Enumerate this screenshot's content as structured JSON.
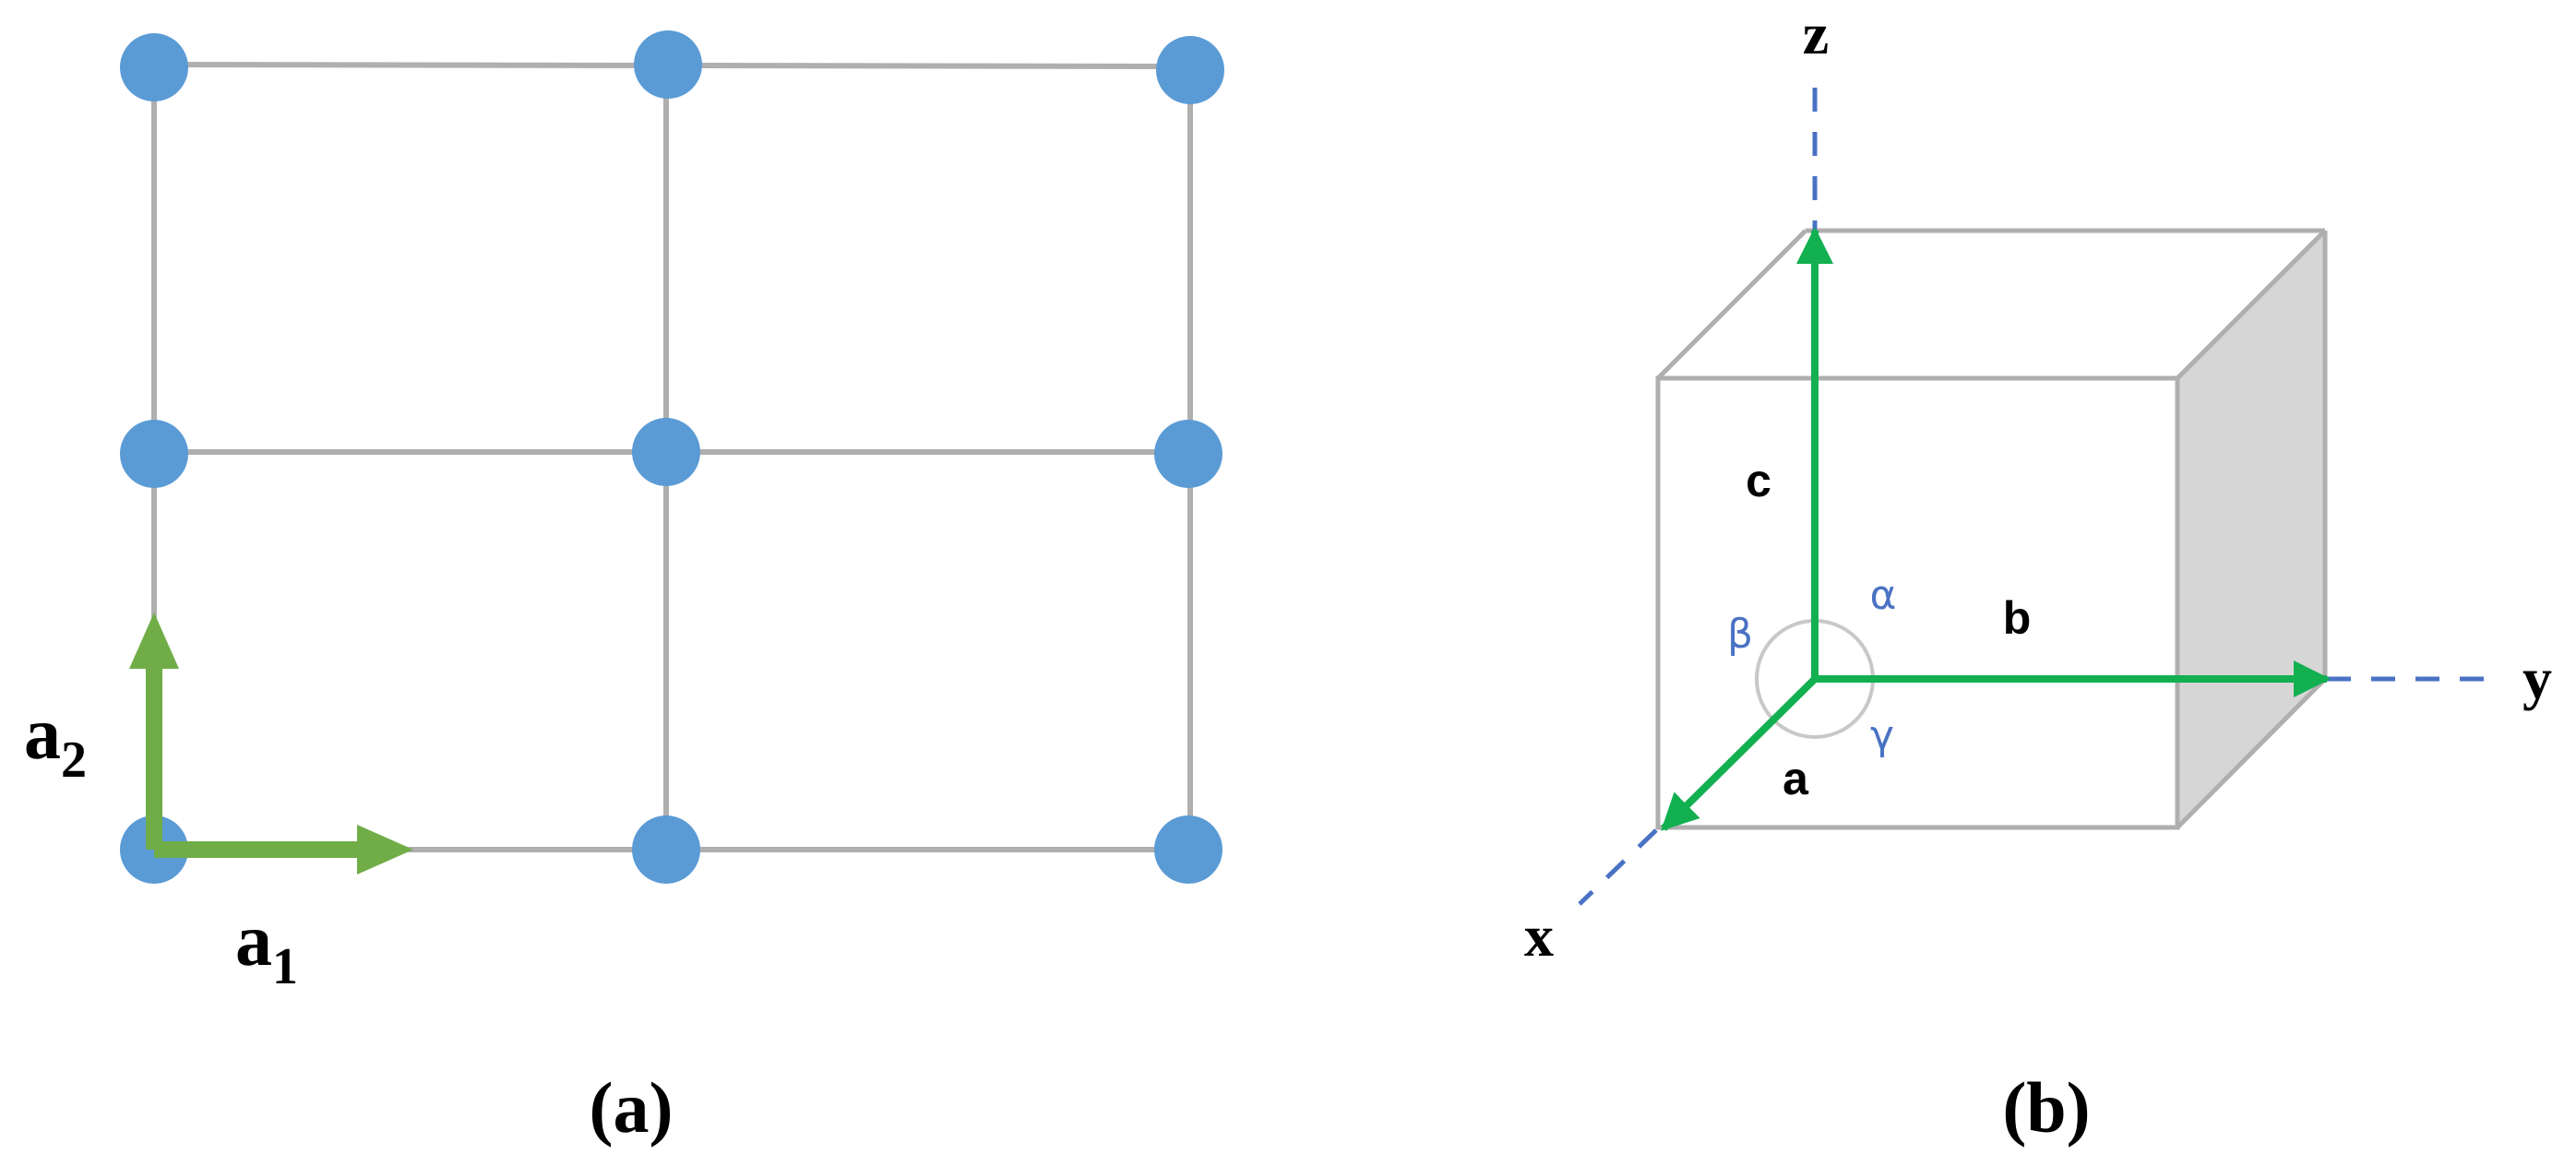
{
  "panel_a": {
    "vector_1": {
      "base": "a",
      "sub": "1"
    },
    "vector_2": {
      "base": "a",
      "sub": "2"
    },
    "caption": "(a)"
  },
  "panel_b": {
    "axis_x": "x",
    "axis_y": "y",
    "axis_z": "z",
    "edge_a": "a",
    "edge_b": "b",
    "edge_c": "c",
    "angle_alpha": "α",
    "angle_beta": "β",
    "angle_gamma": "γ",
    "caption": "(b)"
  },
  "colors": {
    "lattice_point": "#5b9bd5",
    "grid_line": "#b0aeae",
    "vector_a_panel": "#70ad47",
    "vector_b_panel": "#12b050",
    "axis_dash": "#4a72c4",
    "greek_label": "#4a72c4",
    "box_edge": "#b0aeae",
    "box_shade": "#d6d6d6"
  }
}
